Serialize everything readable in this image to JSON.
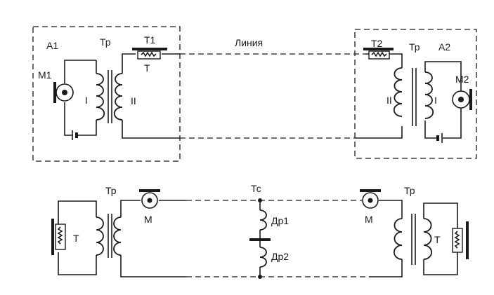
{
  "labels": {
    "a1": "A1",
    "a2": "A2",
    "tp_top_left": "Тр",
    "tp_top_right": "Тр",
    "t1": "T1",
    "t2": "T2",
    "t_small": "T",
    "m1": "M1",
    "m2": "M2",
    "coil_1_left": "I",
    "coil_2_left": "II",
    "coil_1_right": "I",
    "coil_2_right": "II",
    "line": "Линия",
    "tp_bottom_left": "Тр",
    "tp_bottom_right": "Тр",
    "t_bottom_left": "T",
    "t_bottom_right": "T",
    "m_bottom_left": "M",
    "m_bottom_right": "M",
    "tc": "Тс",
    "dr1": "Др1",
    "dr2": "Др2"
  }
}
